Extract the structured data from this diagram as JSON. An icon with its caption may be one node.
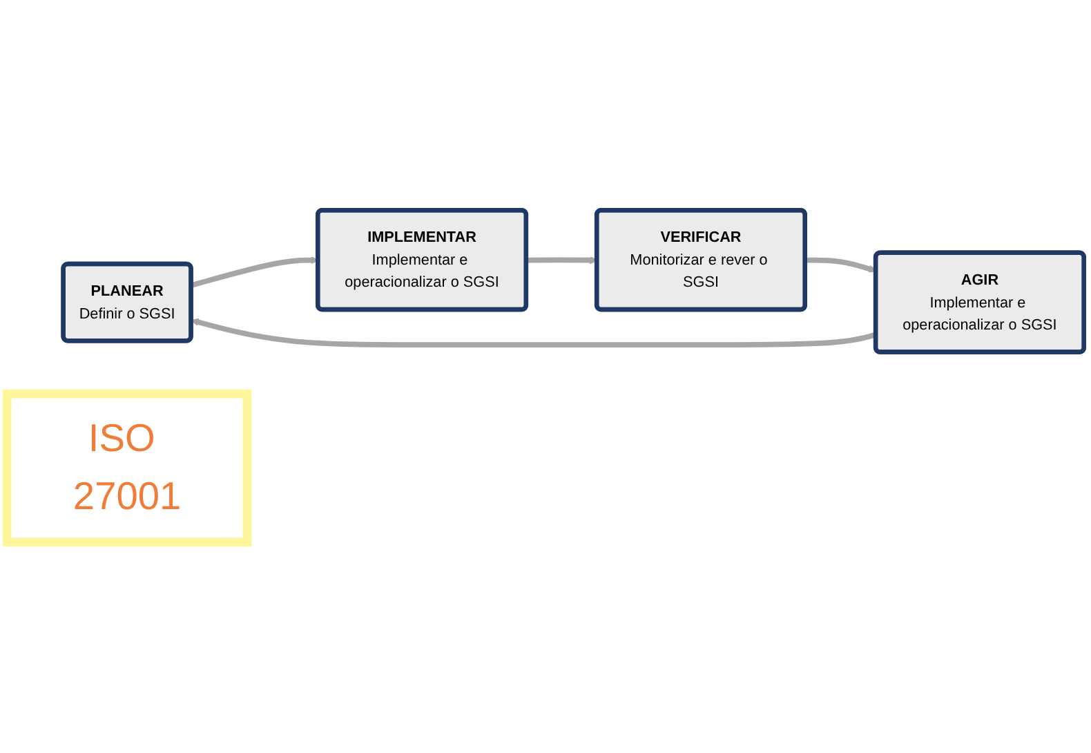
{
  "diagram": {
    "nodes": [
      {
        "text": [
          "PLANEAR",
          "Definir o SGSI"
        ]
      },
      {
        "text": [
          "IMPLEMENTAR",
          "Implementar e operacionalizar o SGSI"
        ]
      },
      {
        "text": [
          "ISO 27001"
        ]
      },
      {
        "text": [
          "AGIR",
          "Implementar e operacionalizar o SGSI"
        ]
      },
      {
        "text": [
          "VERIFICAR",
          "Monitorizar e rever o SGSI"
        ]
      }
    ],
    "edges": [
      {
        "from": 0,
        "to": 1,
        "arrow": "to"
      },
      {
        "from": 1,
        "to": 4,
        "arrow": "to"
      },
      {
        "from": 4,
        "to": 3,
        "arrow": "to"
      },
      {
        "from": 3,
        "to": 0,
        "arrow": "to"
      }
    ]
  }
}
